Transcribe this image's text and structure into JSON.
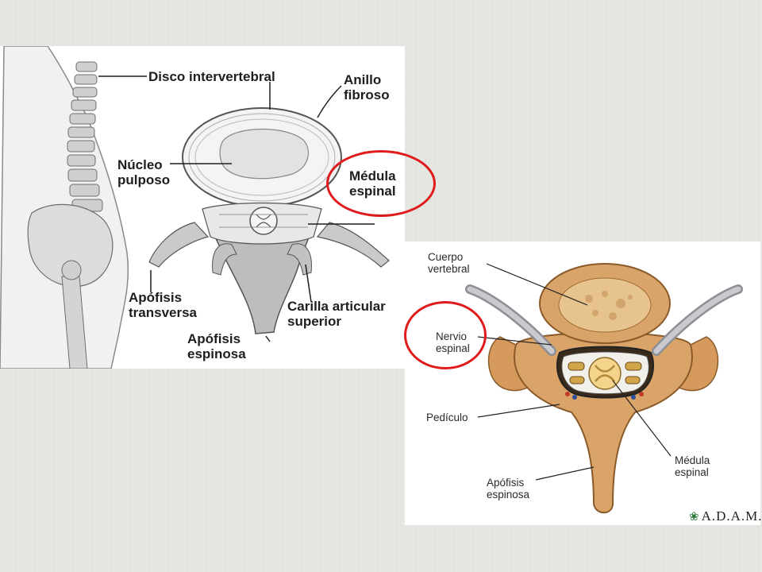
{
  "left_diagram": {
    "labels": {
      "disco": "Disco intervertebral",
      "anillo": "Anillo\nfibroso",
      "nucleo": "Núcleo\npulposo",
      "medula": "Médula\nespinal",
      "apofisis_transversa": "Apófisis\ntransversa",
      "carilla": "Carilla articular\nsuperior",
      "apofisis_espinosa": "Apófisis\nespinosa"
    }
  },
  "right_diagram": {
    "labels": {
      "cuerpo": "Cuerpo\nvertebral",
      "nervio": "Nervio\nespinal",
      "pediculo": "Pedículo",
      "medula": "Médula\nespinal",
      "apofisis_espinosa": "Apófisis\nespinosa"
    },
    "logo": "A.D.A.M."
  },
  "colors": {
    "highlight_ring": "#e01b1b",
    "bone": "#d9a46a",
    "slide_background": "#e4e6e1"
  }
}
